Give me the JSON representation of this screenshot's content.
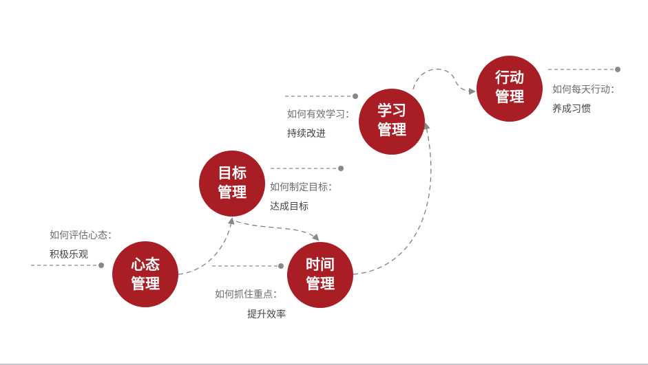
{
  "colors": {
    "circle": "#a91e24",
    "connector": "#888888"
  },
  "nodes": [
    {
      "line1": "心态",
      "line2": "管理",
      "question": "如何评估心态：",
      "answer": "积极乐观"
    },
    {
      "line1": "目标",
      "line2": "管理",
      "question": "如何制定目标：",
      "answer": "达成目标"
    },
    {
      "line1": "时间",
      "line2": "管理",
      "question": "如何抓住重点：",
      "answer": "提升效率"
    },
    {
      "line1": "学习",
      "line2": "管理",
      "question": "如何有效学习：",
      "answer": "持续改进"
    },
    {
      "line1": "行动",
      "line2": "管理",
      "question": "如何每天行动：",
      "answer": "养成习惯"
    }
  ]
}
